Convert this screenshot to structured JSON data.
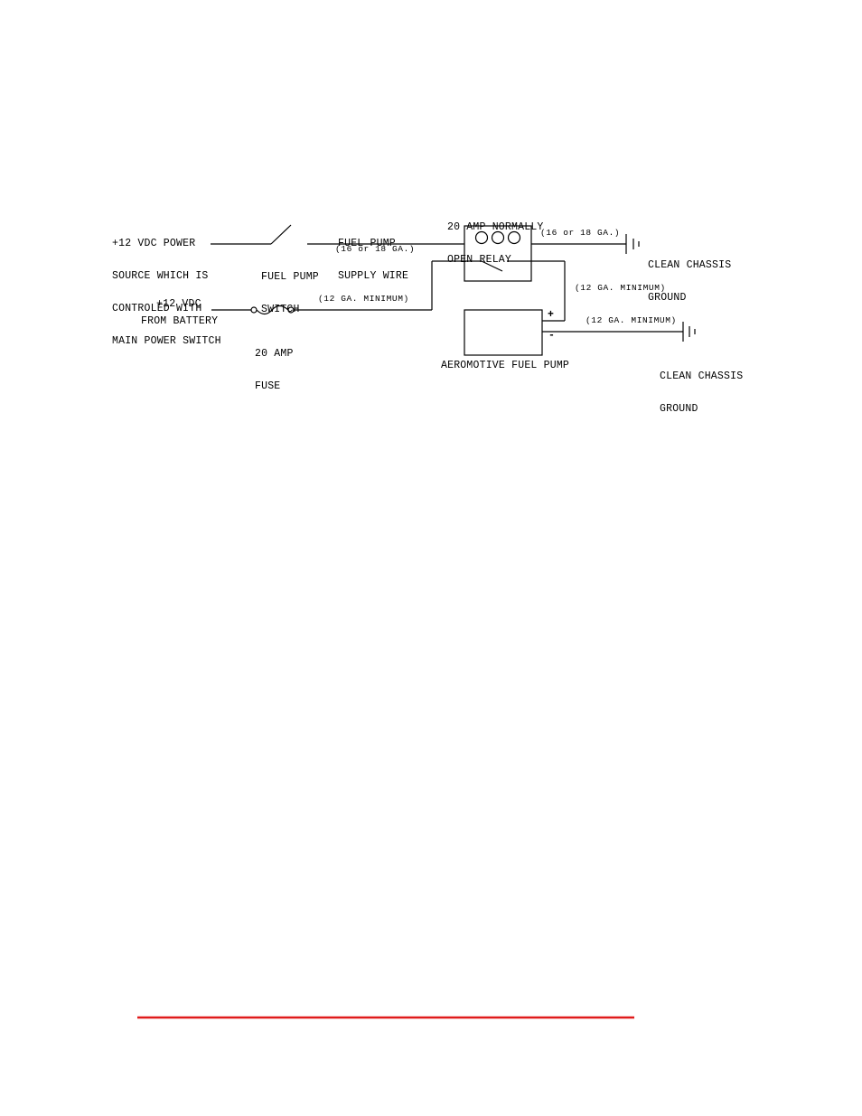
{
  "labels": {
    "power_source": [
      "+12 VDC POWER",
      "SOURCE WHICH IS",
      "CONTROLED WITH",
      "MAIN POWER SWITCH"
    ],
    "fuel_pump_switch": [
      "FUEL PUMP",
      "SWITCH"
    ],
    "supply_wire": [
      "FUEL PUMP",
      "SUPPLY WIRE"
    ],
    "gauge_16_18_a": "(16 or 18 GA.)",
    "gauge_16_18_b": "(16 or 18 GA.)",
    "relay": [
      "20 AMP NORMALLY",
      "OPEN RELAY"
    ],
    "chassis_ground_1": [
      "CLEAN CHASSIS",
      "GROUND"
    ],
    "battery": "+12 VDC",
    "from_battery": "FROM BATTERY",
    "fuse": [
      "20 AMP",
      "FUSE"
    ],
    "gauge_12_a": "(12 GA. MINIMUM)",
    "gauge_12_b": "(12 GA. MINIMUM)",
    "gauge_12_c": "(12 GA. MINIMUM)",
    "plus": "+",
    "minus": "-",
    "pump": "AEROMOTIVE FUEL PUMP",
    "chassis_ground_2": [
      "CLEAN CHASSIS",
      "GROUND"
    ]
  },
  "colors": {
    "wire": "#000000",
    "footer_rule": "#e01b1b"
  }
}
